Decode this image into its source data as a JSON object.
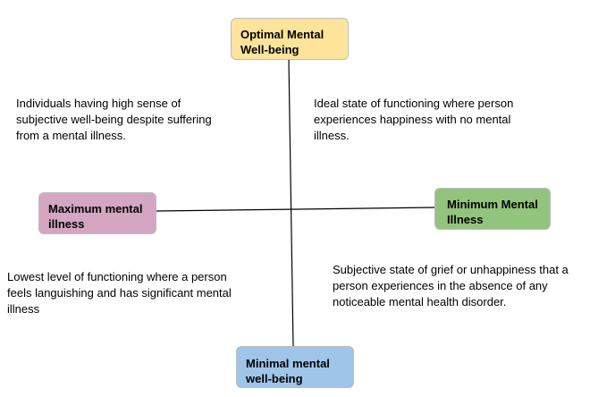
{
  "colors": {
    "top": "#fde49a",
    "left": "#d4a6c1",
    "right": "#93c47d",
    "bottom": "#9fc5e8",
    "axis": "#000000"
  },
  "nodes": {
    "top": "Optimal Mental\nWell-being",
    "left": "Maximum mental\nillness",
    "right": "Minimum Mental\nIllness",
    "bottom": "Minimal mental\nwell-being"
  },
  "quadrants": {
    "top_left": "Individuals having high sense of\nsubjective well-being despite suffering\nfrom a mental illness.",
    "top_right": "Ideal state of functioning where person\nexperiences happiness with no mental\nillness.",
    "bottom_left": "Lowest level of functioning where a person\nfeels languishing and has significant mental\nillness",
    "bottom_right": "Subjective state of grief or unhappiness that a\nperson experiences in the absence of any\nnoticeable mental health disorder."
  }
}
